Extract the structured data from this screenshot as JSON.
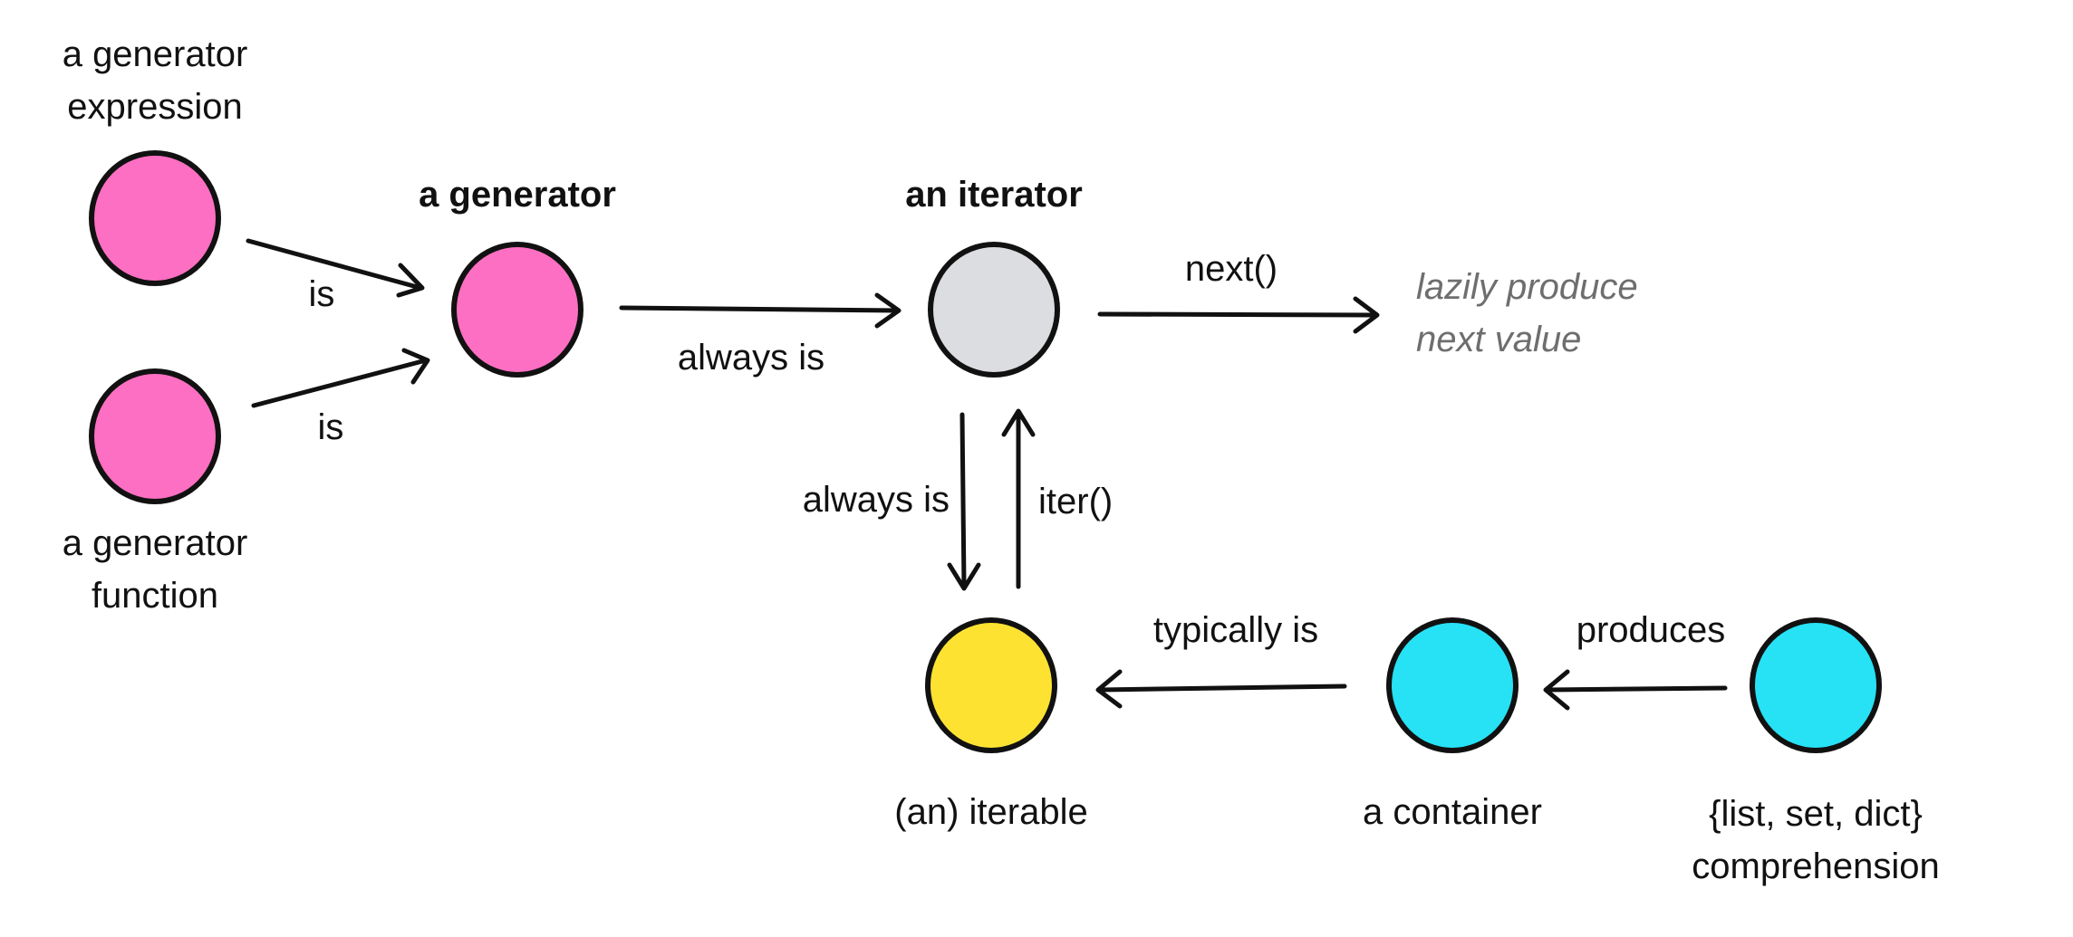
{
  "colors": {
    "generator": "#fc6fc2",
    "iterator": "#dcdde0",
    "iterable": "#fde232",
    "container": "#27e1f5",
    "outline": "#111111",
    "note": "#6e6e6e"
  },
  "nodes": {
    "gen_expr": {
      "label_line1": "a generator",
      "label_line2": "expression"
    },
    "gen_func": {
      "label_line1": "a generator",
      "label_line2": "function"
    },
    "generator": {
      "label": "a generator"
    },
    "iterator": {
      "label": "an iterator"
    },
    "iterable": {
      "label": "(an) iterable"
    },
    "container": {
      "label": "a container"
    },
    "comprehension": {
      "label_line1": "{list, set, dict}",
      "label_line2": "comprehension"
    }
  },
  "edges": {
    "genexpr_to_generator": "is",
    "genfunc_to_generator": "is",
    "generator_to_iterator": "always is",
    "iterator_next": "next()",
    "iterator_to_iterable": "always is",
    "iterable_to_iterator": "iter()",
    "container_to_iterable": "typically is",
    "comprehension_to_container": "produces"
  },
  "note": {
    "line1": "lazily produce",
    "line2": "next value"
  }
}
